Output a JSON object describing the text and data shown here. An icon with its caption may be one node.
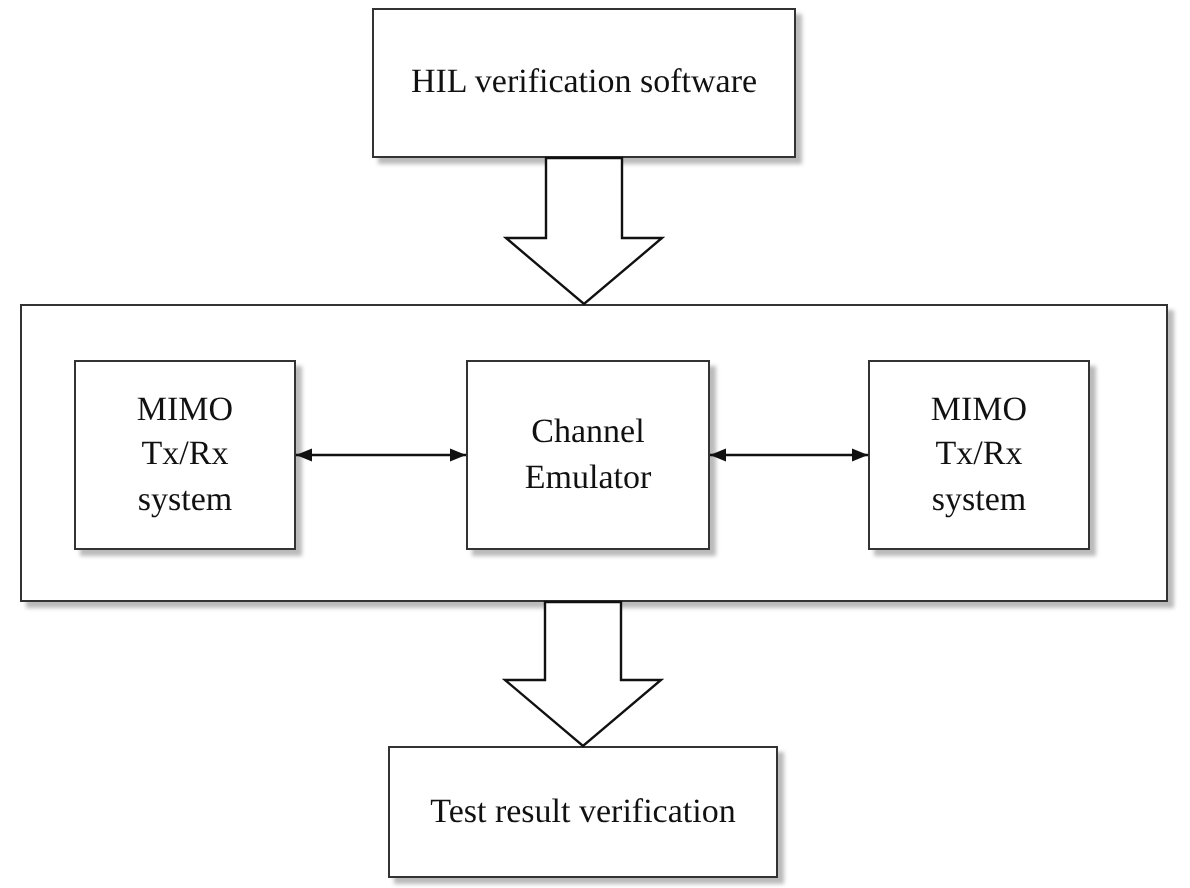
{
  "diagram": {
    "nodes": [
      {
        "text": [
          "HIL verification software"
        ]
      },
      {
        "text": [],
        "shape": "box"
      },
      {
        "text": [
          "MIMO Tx/Rx system"
        ],
        "in": 1
      },
      {
        "text": [
          "Channel Emulator"
        ],
        "in": 1
      },
      {
        "text": [
          "MIMO Tx/Rx system"
        ],
        "in": 1
      },
      {
        "text": [
          "Test result verification"
        ]
      }
    ],
    "edges": [
      {
        "from": 0,
        "to": 1,
        "arrow": "to",
        "style": "thick"
      },
      {
        "from": 2,
        "to": 3,
        "arrow": "both"
      },
      {
        "from": 3,
        "to": 4,
        "arrow": "both"
      },
      {
        "from": 1,
        "to": 5,
        "arrow": "to",
        "style": "thick"
      }
    ]
  }
}
